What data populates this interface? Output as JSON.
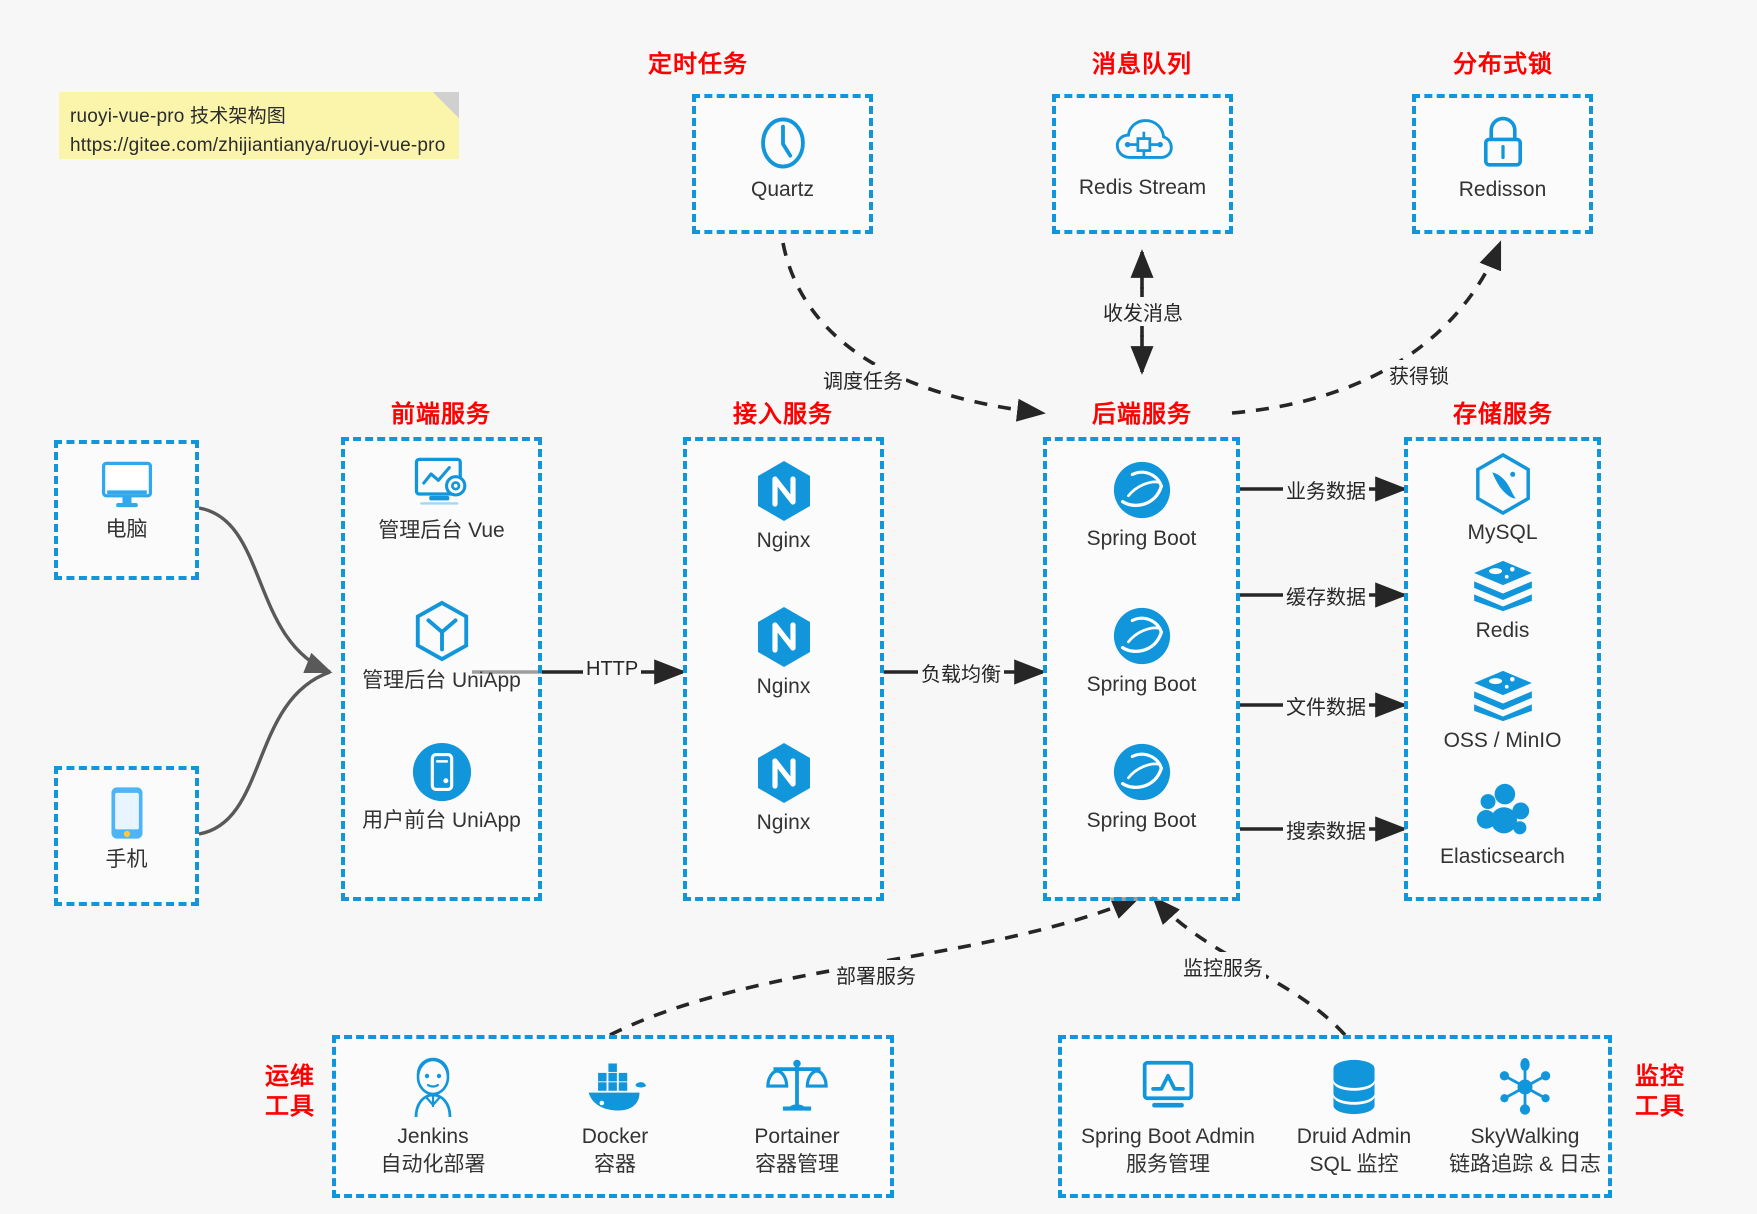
{
  "note": {
    "name": "sticky-note",
    "line1": "ruoyi-vue-pro 技术架构图",
    "line2": "https://gitee.com/zhijiantianya/ruoyi-vue-pro",
    "bg": "#fbf5ac"
  },
  "colors": {
    "accent_blue": "#1296db",
    "title_red": "#ff0000",
    "edge_black": "#262626",
    "curve_gray": "#595959",
    "canvas_bg": "#f7f7f7"
  },
  "groups": {
    "scheduler": {
      "title": "定时任务",
      "nodes": [
        {
          "label": "Quartz",
          "icon": "clock-icon"
        }
      ]
    },
    "mq": {
      "title": "消息队列",
      "nodes": [
        {
          "label": "Redis Stream",
          "icon": "cloud-stream-icon"
        }
      ]
    },
    "lock": {
      "title": "分布式锁",
      "nodes": [
        {
          "label": "Redisson",
          "icon": "lock-icon"
        }
      ]
    },
    "client_pc": {
      "title": "",
      "nodes": [
        {
          "label": "电脑",
          "icon": "desktop-icon"
        }
      ]
    },
    "client_mob": {
      "title": "",
      "nodes": [
        {
          "label": "手机",
          "icon": "phone-icon"
        }
      ]
    },
    "frontend": {
      "title": "前端服务",
      "nodes": [
        {
          "label": "管理后台 Vue",
          "icon": "dashboard-gear-icon"
        },
        {
          "label": "管理后台 UniApp",
          "icon": "hexagon-cube-icon"
        },
        {
          "label": "用户前台 UniApp",
          "icon": "mobile-circle-icon"
        }
      ]
    },
    "gateway": {
      "title": "接入服务",
      "nodes": [
        {
          "label": "Nginx",
          "icon": "nginx-icon"
        },
        {
          "label": "Nginx",
          "icon": "nginx-icon"
        },
        {
          "label": "Nginx",
          "icon": "nginx-icon"
        }
      ]
    },
    "backend": {
      "title": "后端服务",
      "nodes": [
        {
          "label": "Spring Boot",
          "icon": "spring-boot-icon"
        },
        {
          "label": "Spring Boot",
          "icon": "spring-boot-icon"
        },
        {
          "label": "Spring Boot",
          "icon": "spring-boot-icon"
        }
      ]
    },
    "storage": {
      "title": "存储服务",
      "nodes": [
        {
          "label": "MySQL",
          "icon": "mysql-icon"
        },
        {
          "label": "Redis",
          "icon": "redis-icon"
        },
        {
          "label": "OSS / MinIO",
          "icon": "redis-icon"
        },
        {
          "label": "Elasticsearch",
          "icon": "elasticsearch-icon"
        }
      ]
    },
    "devops": {
      "title": "运维\n工具",
      "title_l1": "运维",
      "title_l2": "工具",
      "nodes": [
        {
          "label": "Jenkins",
          "sub": "自动化部署",
          "icon": "jenkins-icon"
        },
        {
          "label": "Docker",
          "sub": "容器",
          "icon": "docker-icon"
        },
        {
          "label": "Portainer",
          "sub": "容器管理",
          "icon": "scales-icon"
        }
      ]
    },
    "monitor": {
      "title": "监控\n工具",
      "title_l1": "监控",
      "title_l2": "工具",
      "nodes": [
        {
          "label": "Spring Boot Admin",
          "sub": "服务管理",
          "icon": "monitor-chart-icon"
        },
        {
          "label": "Druid Admin",
          "sub": "SQL 监控",
          "icon": "database-icon"
        },
        {
          "label": "SkyWalking",
          "sub": "链路追踪 & 日志",
          "icon": "skywalking-icon"
        }
      ]
    }
  },
  "edges": [
    {
      "name": "edge-clients-to-frontend",
      "label": "",
      "style": "solid-curve"
    },
    {
      "name": "edge-frontend-to-gateway",
      "label": "HTTP",
      "style": "solid"
    },
    {
      "name": "edge-gateway-to-backend",
      "label": "负载均衡",
      "style": "solid"
    },
    {
      "name": "edge-backend-to-mysql",
      "label": "业务数据",
      "style": "solid"
    },
    {
      "name": "edge-backend-to-redis",
      "label": "缓存数据",
      "style": "solid"
    },
    {
      "name": "edge-backend-to-oss",
      "label": "文件数据",
      "style": "solid"
    },
    {
      "name": "edge-backend-to-es",
      "label": "搜索数据",
      "style": "solid"
    },
    {
      "name": "edge-quartz-to-backend",
      "label": "调度任务",
      "style": "dashed-curve"
    },
    {
      "name": "edge-mq-backend",
      "label": "收发消息",
      "style": "dashed-bidir"
    },
    {
      "name": "edge-backend-to-lock",
      "label": "获得锁",
      "style": "dashed-curve"
    },
    {
      "name": "edge-devops-to-backend",
      "label": "部署服务",
      "style": "dashed-curve"
    },
    {
      "name": "edge-monitor-to-backend",
      "label": "监控服务",
      "style": "dashed-curve"
    }
  ]
}
